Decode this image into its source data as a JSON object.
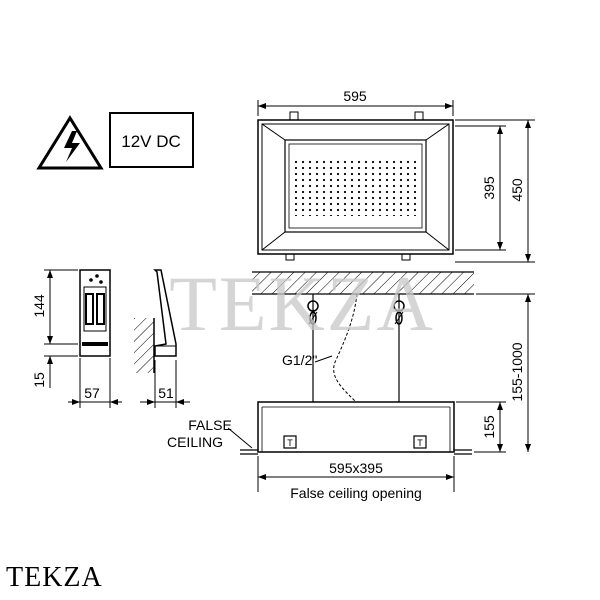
{
  "warning": {
    "voltage_label": "12V DC"
  },
  "top_view": {
    "width_dim": "595",
    "inner_height_dim": "395",
    "outer_height_dim": "450"
  },
  "control_box": {
    "height_dim": "144",
    "base_dim": "15",
    "width_dim": "57",
    "depth_dim": "51"
  },
  "section_view": {
    "thread_label": "G1/2\"",
    "suspension_dim": "155-1000",
    "body_height_dim": "155",
    "false_ceiling_line1": "FALSE",
    "false_ceiling_line2": "CEILING",
    "opening_dim": "595x395",
    "opening_caption": "False ceiling opening"
  },
  "watermark": "TEKZA",
  "brand": "TEKZA"
}
